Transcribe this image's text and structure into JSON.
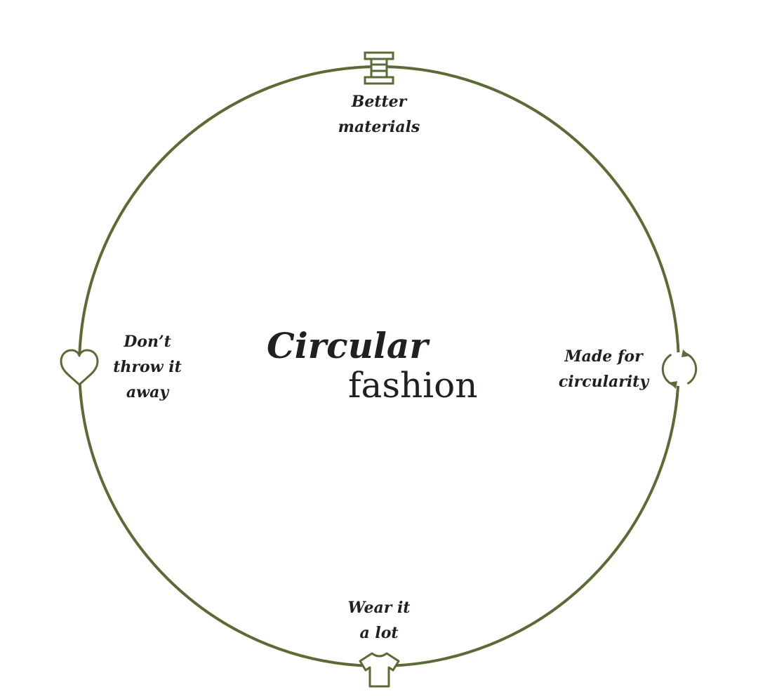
{
  "title": {
    "line1": "Circular",
    "line2": "fashion"
  },
  "nodes": {
    "top": {
      "lines": [
        "Better",
        "materials"
      ],
      "icon": "spool-icon"
    },
    "right": {
      "lines": [
        "Made for",
        "circularity"
      ],
      "icon": "recycle-icon"
    },
    "bottom": {
      "lines": [
        "Wear it",
        "a lot"
      ],
      "icon": "tshirt-icon"
    },
    "left": {
      "lines": [
        "Don’t",
        "throw it",
        "away"
      ],
      "icon": "heart-icon"
    }
  },
  "colors": {
    "ring": "#5a6b35",
    "text": "#231f20",
    "background": "#ffffff"
  }
}
